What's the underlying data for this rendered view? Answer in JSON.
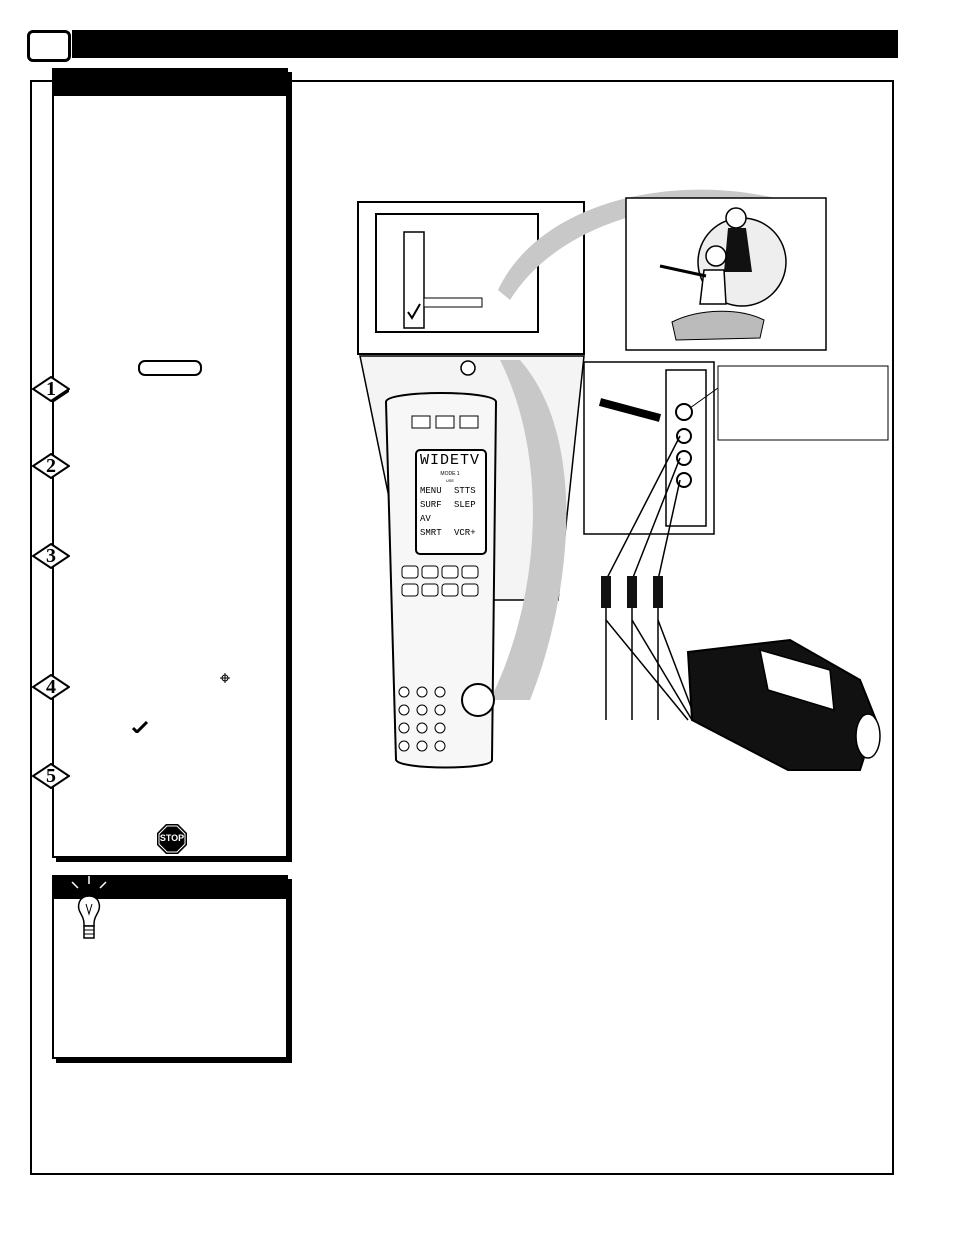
{
  "steps": {
    "items": [
      {
        "number": "1"
      },
      {
        "number": "2"
      },
      {
        "number": "3"
      },
      {
        "number": "4"
      },
      {
        "number": "5"
      }
    ]
  },
  "remote": {
    "display_title": "WIDETV",
    "mode_label": "MODE 1",
    "mode_sub": "USE",
    "menu_items": [
      "MENU",
      "STTS",
      "SURF",
      "SLEP",
      "AV",
      "SMRT",
      "VCR+"
    ]
  },
  "stop_sign": {
    "label": "STOP"
  },
  "icons": {
    "step": "diamond-step-icon",
    "stop": "stop-sign-icon",
    "tip": "lightbulb-icon",
    "check": "checkmark-icon",
    "cursor": "cursor-cross-icon"
  }
}
